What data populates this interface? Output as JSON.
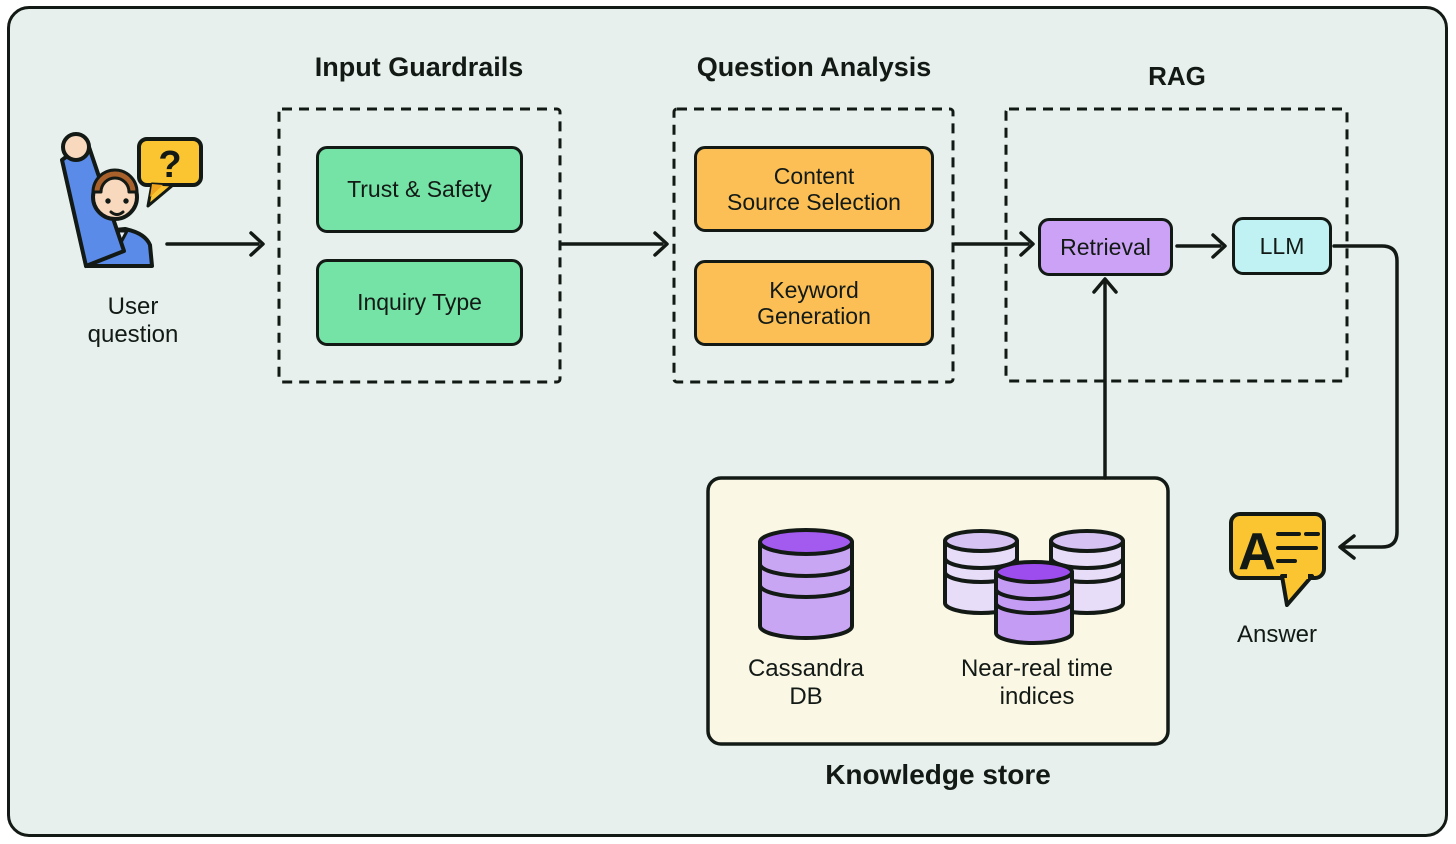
{
  "stages": {
    "input_guardrails": {
      "title": "Input Guardrails",
      "box1": "Trust & Safety",
      "box2": "Inquiry Type"
    },
    "question_analysis": {
      "title": "Question Analysis",
      "box1_line1": "Content",
      "box1_line2": "Source Selection",
      "box2_line1": "Keyword",
      "box2_line2": "Generation"
    },
    "rag": {
      "title": "RAG",
      "retrieval": "Retrieval",
      "llm": "LLM"
    }
  },
  "user_question": {
    "line1": "User",
    "line2": "question",
    "bubble_glyph": "?"
  },
  "knowledge_store": {
    "title": "Knowledge store",
    "cassandra_line1": "Cassandra",
    "cassandra_line2": "DB",
    "indices_line1": "Near-real time",
    "indices_line2": "indices"
  },
  "answer": {
    "label": "Answer",
    "glyph": "A"
  },
  "colors": {
    "canvas_bg": "#e7f0ec",
    "outer_bg": "#ffffff",
    "ink": "#131a16",
    "green_box": "#74e3a5",
    "orange_box": "#fbbf55",
    "purple_box": "#cba2f5",
    "cyan_box": "#c0f2f3",
    "knowledge_panel_bg": "#faf7e4",
    "speech_bubble_yellow": "#fbc532",
    "speech_bubble_fold": "#f0a31d",
    "sweater_blue": "#5a8be8",
    "skin": "#f9d9bd",
    "hair_brown": "#a9612b",
    "cassandra_top": "#a25aef",
    "cassandra_body": "#c9a6f3",
    "index_back_top": "#d6c3f4",
    "index_back_body": "#e8ddf8",
    "index_front_top": "#9d4dee",
    "index_front_body": "#c49cf3"
  }
}
